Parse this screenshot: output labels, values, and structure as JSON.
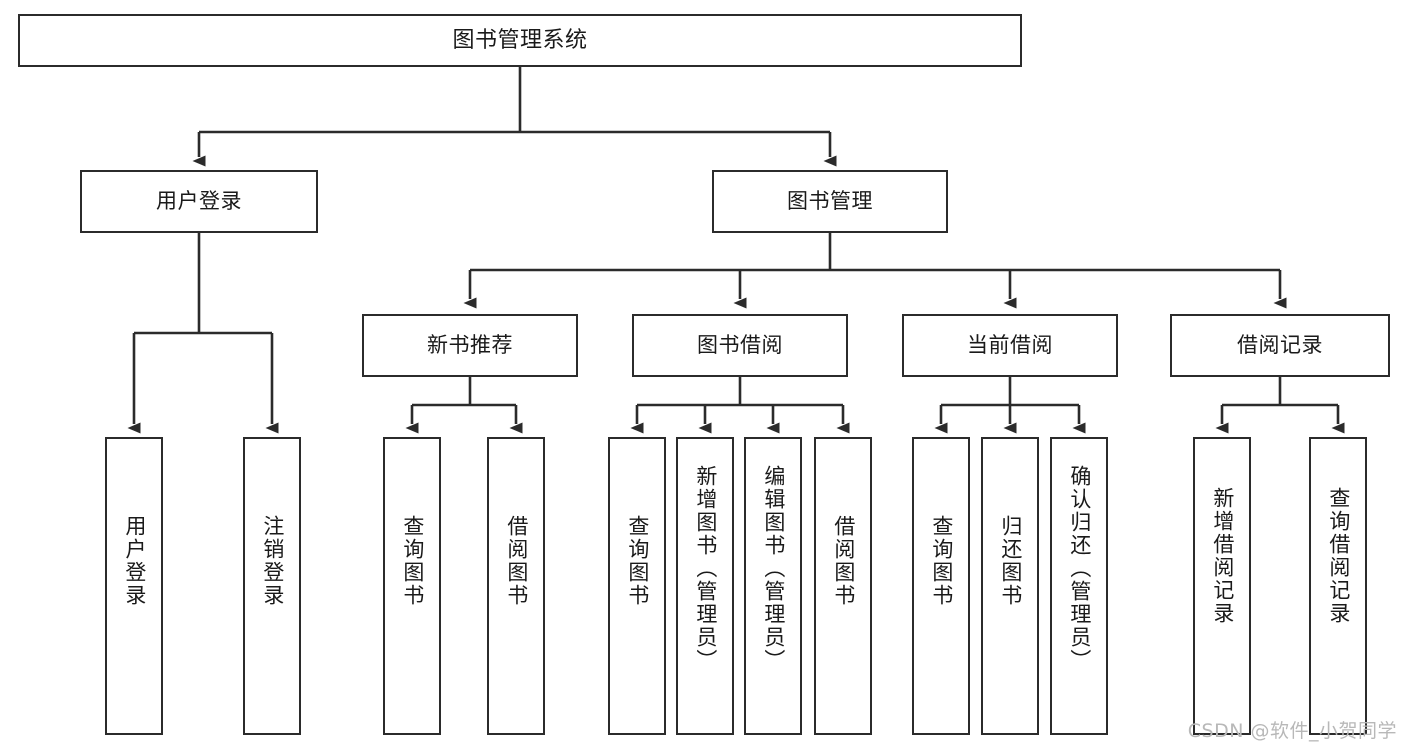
{
  "diagram": {
    "title": "图书管理系统",
    "type": "tree",
    "orientation": "top-down",
    "colors": {
      "box_border": "#2b2b2b",
      "box_fill": "#ffffff",
      "line": "#2b2b2b",
      "text": "#1a1a1a",
      "watermark": "#b8b8b8"
    }
  },
  "root": {
    "label": "图书管理系统"
  },
  "level2": [
    {
      "label": "用户登录"
    },
    {
      "label": "图书管理"
    }
  ],
  "level3": [
    {
      "label": "新书推荐"
    },
    {
      "label": "图书借阅"
    },
    {
      "label": "当前借阅"
    },
    {
      "label": "借阅记录"
    }
  ],
  "leaves": [
    {
      "label": "用户登录",
      "parent": "用户登录"
    },
    {
      "label": "注销登录",
      "parent": "用户登录"
    },
    {
      "label": "查询图书",
      "parent": "新书推荐"
    },
    {
      "label": "借阅图书",
      "parent": "新书推荐"
    },
    {
      "label": "查询图书",
      "parent": "图书借阅"
    },
    {
      "label": "新增图书（管理员）",
      "parent": "图书借阅"
    },
    {
      "label": "编辑图书（管理员）",
      "parent": "图书借阅"
    },
    {
      "label": "借阅图书",
      "parent": "图书借阅"
    },
    {
      "label": "查询图书",
      "parent": "当前借阅"
    },
    {
      "label": "归还图书",
      "parent": "当前借阅"
    },
    {
      "label": "确认归还（管理员）",
      "parent": "当前借阅"
    },
    {
      "label": "新增借阅记录",
      "parent": "借阅记录"
    },
    {
      "label": "查询借阅记录",
      "parent": "借阅记录"
    }
  ],
  "watermark": {
    "text": "CSDN @软件_小贺同学"
  }
}
